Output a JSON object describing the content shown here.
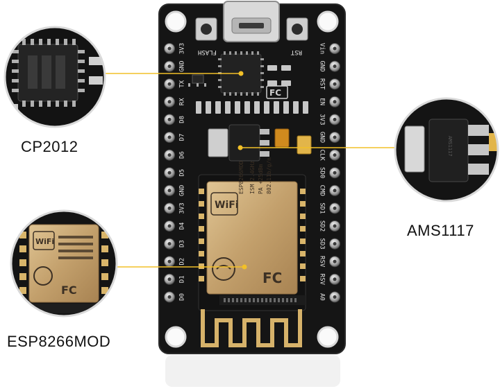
{
  "callouts": {
    "cp": "CP2012",
    "ams": "AMS1117",
    "esp": "ESP8266MOD"
  },
  "board": {
    "left_pins": [
      "3V3",
      "GND",
      "TX",
      "RX",
      "D8",
      "D7",
      "D6",
      "D5",
      "GND",
      "3V3",
      "D4",
      "D3",
      "D2",
      "D1",
      "D0"
    ],
    "right_pins": [
      "Vin",
      "GND",
      "RST",
      "EN",
      "3V3",
      "GND",
      "CLK",
      "SD0",
      "CMD",
      "SD1",
      "SD2",
      "SD3",
      "RSV",
      "RSV",
      "A0"
    ],
    "button_labels": {
      "flash": "FLASH",
      "rst": "RST"
    },
    "shield": {
      "brand": "ESP8266MOD",
      "ism": "ISM 2.4GHz",
      "pa": "PA +25dBm",
      "std": "802.11b/g/n"
    },
    "regulator_text": "AMS1117"
  },
  "colors": {
    "pcb": "#141414",
    "shield": "#c9a877",
    "antenna": "#d6b26a",
    "leader_line": "#f2c028",
    "pin": "#bdbdbd"
  }
}
